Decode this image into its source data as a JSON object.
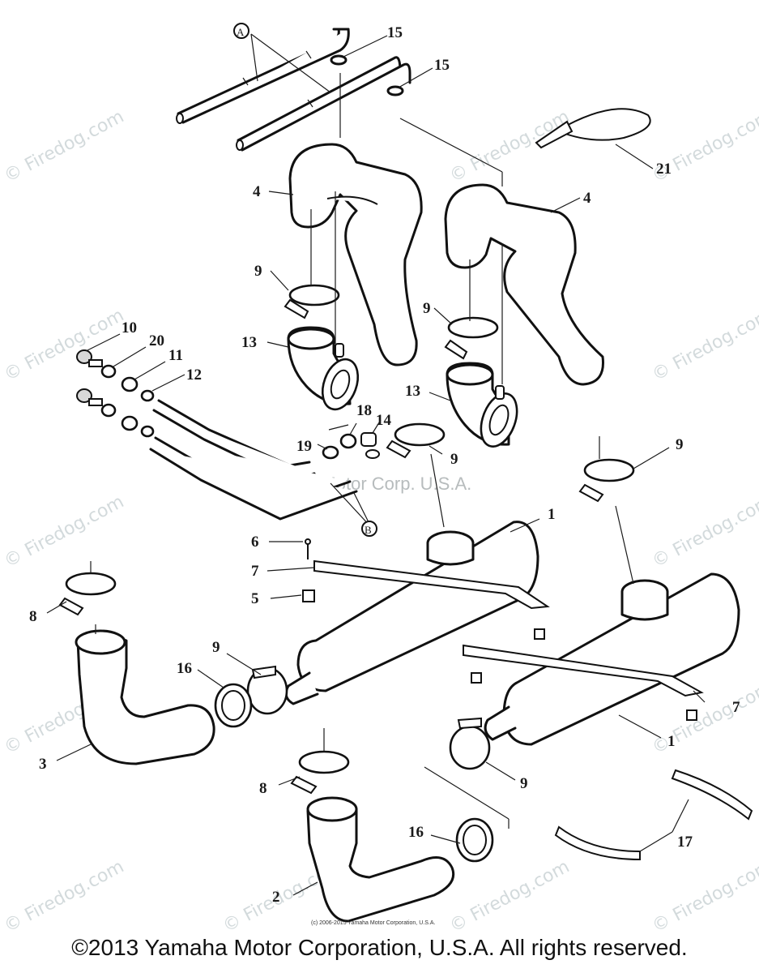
{
  "watermark_text": "© Firedog.com",
  "center_mark": "Yamaha Motor Corp. U.S.A.",
  "small_credit": "(c) 2006-2015 Yamaha Motor Corporation, U.S.A.",
  "copyright": "©2013 Yamaha Motor Corporation, U.S.A. All rights reserved.",
  "callouts": {
    "c1a": "1",
    "c1b": "1",
    "c2": "2",
    "c3": "3",
    "c4a": "4",
    "c4b": "4",
    "c5": "5",
    "c6": "6",
    "c7a": "7",
    "c7b": "7",
    "c8a": "8",
    "c8b": "8",
    "c9a": "9",
    "c9b": "9",
    "c9c": "9",
    "c9d": "9",
    "c9e": "9",
    "c9f": "9",
    "c10": "10",
    "c11": "11",
    "c12": "12",
    "c13a": "13",
    "c13b": "13",
    "c14": "14",
    "c15a": "15",
    "c15b": "15",
    "c16a": "16",
    "c16b": "16",
    "c17": "17",
    "c18": "18",
    "c19": "19",
    "c20": "20",
    "c21": "21",
    "refA": "A",
    "refB": "B"
  }
}
